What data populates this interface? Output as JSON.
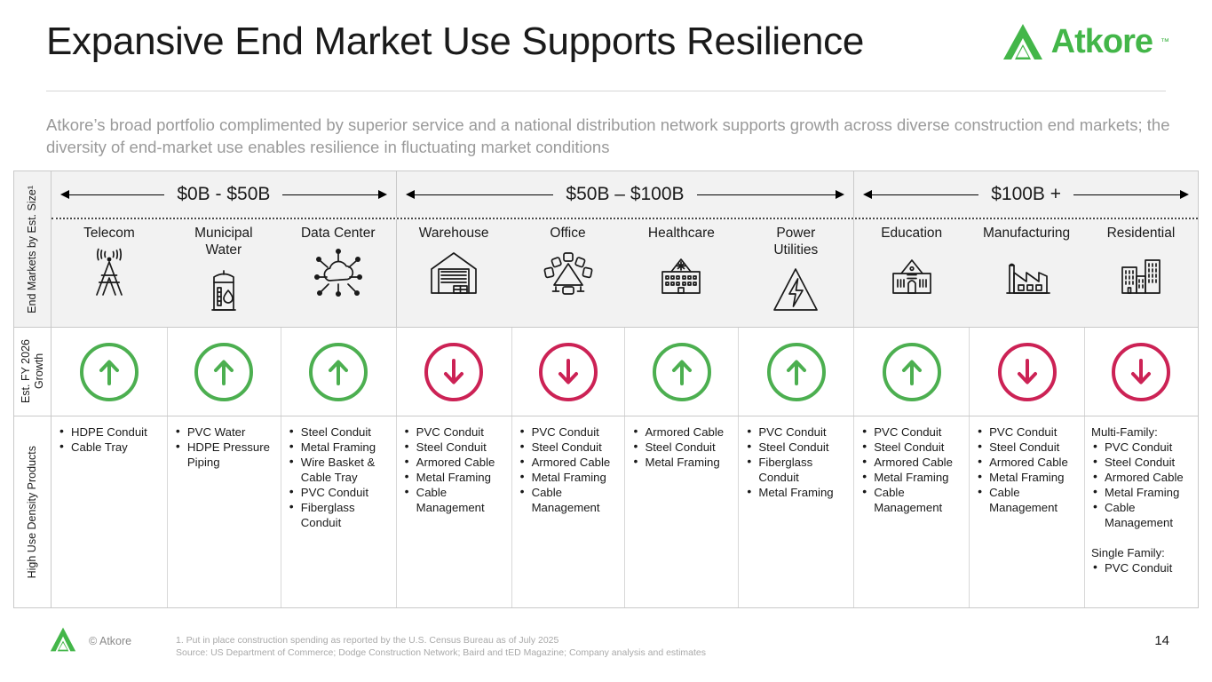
{
  "header": {
    "title": "Expansive End Market Use Supports Resilience",
    "logo_text": "Atkore",
    "logo_tm": "™",
    "brand_green": "#43B649",
    "subtitle": "Atkore’s broad portfolio complimented by superior service and a national distribution network supports growth across diverse construction end markets; the diversity of end-market use enables resilience in fluctuating market conditions"
  },
  "matrix": {
    "row_labels": {
      "size": "End Markets by Est. Size¹",
      "growth": "Est. FY 2026\nGrowth",
      "products": "High Use Density Products"
    },
    "bands": [
      {
        "label": "$0B - $50B",
        "span": 3
      },
      {
        "label": "$50B – $100B",
        "span": 4
      },
      {
        "label": "$100B +",
        "span": 3
      }
    ],
    "growth_colors": {
      "up": "#4CAF50",
      "down": "#CC2255"
    },
    "columns": [
      {
        "name": "Telecom",
        "icon": "telecom-tower-icon",
        "growth": "up",
        "width": 130,
        "products": [
          {
            "items": [
              "HDPE Conduit",
              "Cable Tray"
            ]
          }
        ]
      },
      {
        "name": "Municipal\nWater",
        "icon": "water-tower-icon",
        "growth": "up",
        "width": 128,
        "products": [
          {
            "items": [
              "PVC Water",
              "HDPE Pressure Piping"
            ]
          }
        ]
      },
      {
        "name": "Data Center",
        "icon": "cloud-network-icon",
        "growth": "up",
        "width": 130,
        "products": [
          {
            "items": [
              "Steel Conduit",
              "Metal Framing",
              "Wire Basket & Cable Tray",
              "PVC Conduit",
              "Fiberglass Conduit"
            ]
          }
        ]
      },
      {
        "name": "Warehouse",
        "icon": "warehouse-icon",
        "growth": "down",
        "width": 130,
        "products": [
          {
            "items": [
              "PVC Conduit",
              "Steel Conduit",
              "Armored Cable",
              "Metal Framing",
              "Cable Management"
            ]
          }
        ]
      },
      {
        "name": "Office",
        "icon": "office-table-icon",
        "growth": "down",
        "width": 128,
        "products": [
          {
            "items": [
              "PVC Conduit",
              "Steel Conduit",
              "Armored Cable",
              "Metal Framing",
              "Cable Management"
            ]
          }
        ]
      },
      {
        "name": "Healthcare",
        "icon": "hospital-icon",
        "growth": "up",
        "width": 128,
        "products": [
          {
            "items": [
              "Armored Cable",
              "Steel Conduit",
              "Metal Framing"
            ]
          }
        ]
      },
      {
        "name": "Power\nUtilities",
        "icon": "power-bolt-icon",
        "growth": "up",
        "width": 130,
        "products": [
          {
            "items": [
              "PVC Conduit",
              "Steel Conduit",
              "Fiberglass Conduit",
              "Metal Framing"
            ]
          }
        ]
      },
      {
        "name": "Education",
        "icon": "school-icon",
        "growth": "up",
        "width": 130,
        "products": [
          {
            "items": [
              "PVC Conduit",
              "Steel Conduit",
              "Armored Cable",
              "Metal Framing",
              "Cable Management"
            ]
          }
        ]
      },
      {
        "name": "Manufacturing",
        "icon": "factory-icon",
        "growth": "down",
        "width": 130,
        "products": [
          {
            "items": [
              "PVC Conduit",
              "Steel Conduit",
              "Armored Cable",
              "Metal Framing",
              "Cable Management"
            ]
          }
        ]
      },
      {
        "name": "Residential",
        "icon": "buildings-icon",
        "growth": "down",
        "width": 128,
        "products": [
          {
            "title": "Multi-Family:",
            "items": [
              "PVC Conduit",
              "Steel Conduit",
              "Armored Cable",
              "Metal Framing",
              "Cable Management"
            ]
          },
          {
            "title": "Single Family:",
            "items": [
              "PVC Conduit"
            ]
          }
        ]
      }
    ]
  },
  "footer": {
    "copyright": "© Atkore",
    "note1": "1. Put in place construction spending as reported by the U.S. Census Bureau as of July 2025",
    "note2": "Source: US Department of Commerce; Dodge Construction Network; Baird and tED Magazine; Company analysis and estimates",
    "page_number": "14"
  }
}
